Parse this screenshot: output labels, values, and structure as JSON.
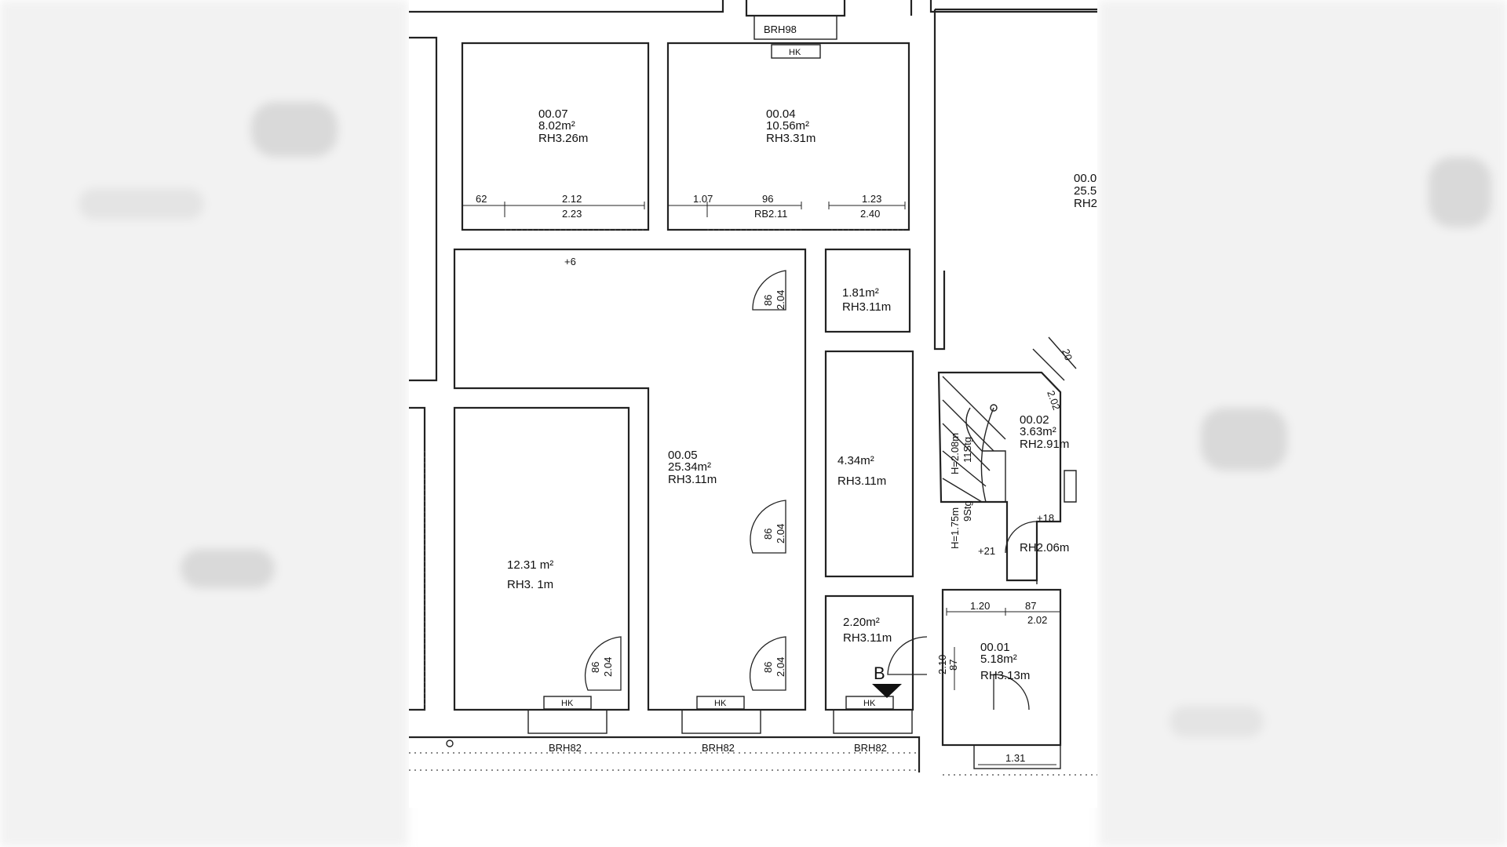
{
  "rooms": {
    "r0007": {
      "id": "00.07",
      "area": "8.02m²",
      "height": "RH3.26m"
    },
    "r0004": {
      "id": "00.04",
      "area": "10.56m²",
      "height": "RH3.31m"
    },
    "r0005": {
      "id": "00.05",
      "area": "25.34m²",
      "height": "RH3.11m"
    },
    "r_small1": {
      "area": "1.81m²",
      "height": "RH3.11m"
    },
    "r_small2": {
      "area": "4.34m²",
      "height": "RH3.11m"
    },
    "r_left": {
      "area": "12.31 m²",
      "height": "RH3. 1m"
    },
    "r_small3": {
      "area": "2.20m²",
      "height": "RH3.11m"
    },
    "r0002": {
      "id": "00.02",
      "area": "3.63m²",
      "height": "RH2.91m"
    },
    "r0001": {
      "id": "00.01",
      "area": "5.18m²",
      "height": "RH3.13m"
    },
    "r_right_partial": {
      "id": "00.0",
      "area": "25.5",
      "height": "RH2"
    },
    "stair_landing": {
      "height": "RH2.06m"
    }
  },
  "dims": {
    "d62": "62",
    "d212": "2.12",
    "d223": "2.23",
    "d107": "1.07",
    "d96": "96",
    "d123": "1.23",
    "rb211": "RB2.11",
    "d240": "2.40",
    "p6": "+6",
    "p18": "+18",
    "p21": "+21",
    "d120": "1.20",
    "d87": "87",
    "d202a": "2.02",
    "d131": "1.31",
    "d202b": "2.02",
    "s86a": "86",
    "s204a": "2.04",
    "s86b": "86",
    "s204b": "2.04",
    "s86c": "86",
    "s204c": "2.04",
    "s86d": "86",
    "s204d": "2.04",
    "s87": "87",
    "s210": "2.10",
    "h208": "H=2.08m",
    "h115": "11Stg",
    "h175": "H=1.75m",
    "h95": "9Stg",
    "d20": "20"
  },
  "tags": {
    "brh98": "BRH98",
    "brh82a": "BRH82",
    "brh82b": "BRH82",
    "brh82c": "BRH82",
    "hk_top": "HK",
    "hk_a": "HK",
    "hk_b": "HK",
    "hk_c": "HK",
    "section": "B"
  }
}
